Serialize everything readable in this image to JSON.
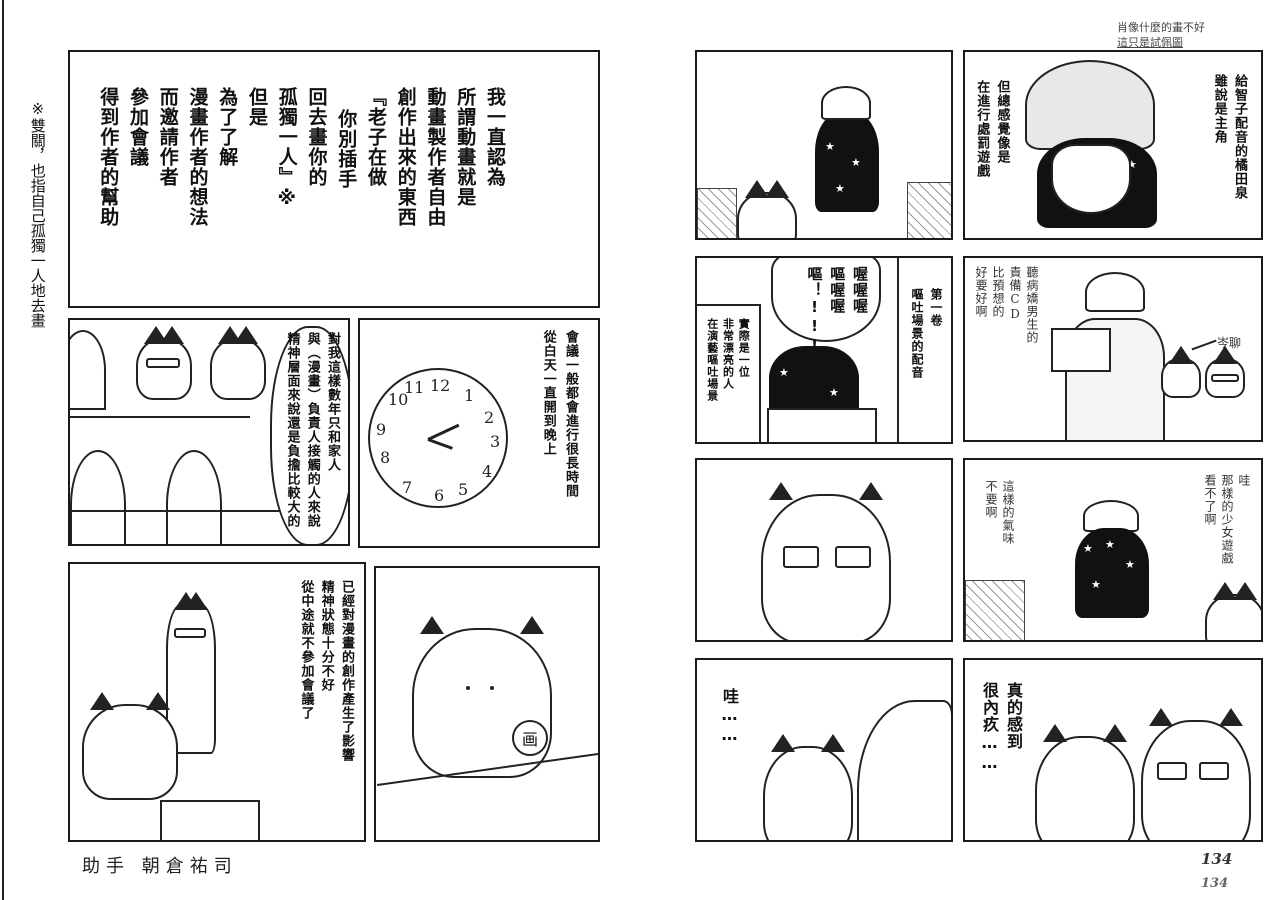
{
  "left_page": {
    "side_note": "※雙關，也指自己孤獨一人地去畫",
    "panel_intro": {
      "lines": [
        "我一直認為",
        "所謂動畫就是",
        "動畫製作者自由",
        "創作出來的東西",
        "『老子在做",
        "你別插手",
        "回去畫你的",
        "孤獨一人』※",
        "但是",
        "為了了解",
        "漫畫作者的想法",
        "而邀請作者",
        "參加會議",
        "得到作者的幫助"
      ]
    },
    "panel_meeting_people": {
      "lines": [
        "對我這樣數年只和家人",
        "與（漫畫）負責人接觸的人來說",
        "精神層面來說還是負擔比較大的"
      ]
    },
    "panel_clock": {
      "lines": [
        "會議一般都會進行很長時間",
        "從白天一直開到晚上"
      ],
      "clock_numbers": [
        "12",
        "1",
        "2",
        "3",
        "4",
        "5",
        "6",
        "7",
        "8",
        "9",
        "10",
        "11"
      ]
    },
    "panel_standing_cat": {
      "lines": [
        "已經對漫畫的創作產生了影響",
        "精神狀態十分不好",
        "從中途就不參加會議了"
      ]
    },
    "panel_drawing_cat": {
      "badge": "画"
    },
    "credit": "助手 朝倉祐司"
  },
  "right_page": {
    "top_note": {
      "line1": "肖像什麼的畫不好",
      "line2": "這只是試佩圖"
    },
    "panel_voice_actor": {
      "lines": [
        "給智子配音的橘田泉",
        "雖說是主角"
      ]
    },
    "panel_punishment": {
      "lines": [
        "但總感覺像是",
        "在進行處罰遊戲"
      ]
    },
    "panel_vomit_scene": {
      "caption_lines": [
        "第一卷",
        "嘔吐場景的配音"
      ],
      "shout_lines": [
        "喔喔喔",
        "嘔喔喔",
        "嘔！!!!"
      ]
    },
    "panel_actual": {
      "lines": [
        "實際是一位",
        "非常漂亮的人",
        "在演藝嘔吐場景"
      ]
    },
    "panel_sick_boy": {
      "lines": [
        "聽病嬌男生的",
        "責備CD",
        "比預想的",
        "好要好啊"
      ],
      "arrow_label": "岑聊"
    },
    "panel_wa_girl_game": {
      "lines": [
        "哇",
        "那樣的少女遊戲",
        "看不了啊"
      ]
    },
    "panel_dont_want": {
      "lines": [
        "這樣的氣味",
        "不要啊"
      ]
    },
    "panel_wa": {
      "lines": [
        "哇……"
      ]
    },
    "panel_sorry": {
      "lines": [
        "真的感到",
        "很內疚……"
      ]
    },
    "page_number": "134",
    "page_number_echo": "134"
  }
}
